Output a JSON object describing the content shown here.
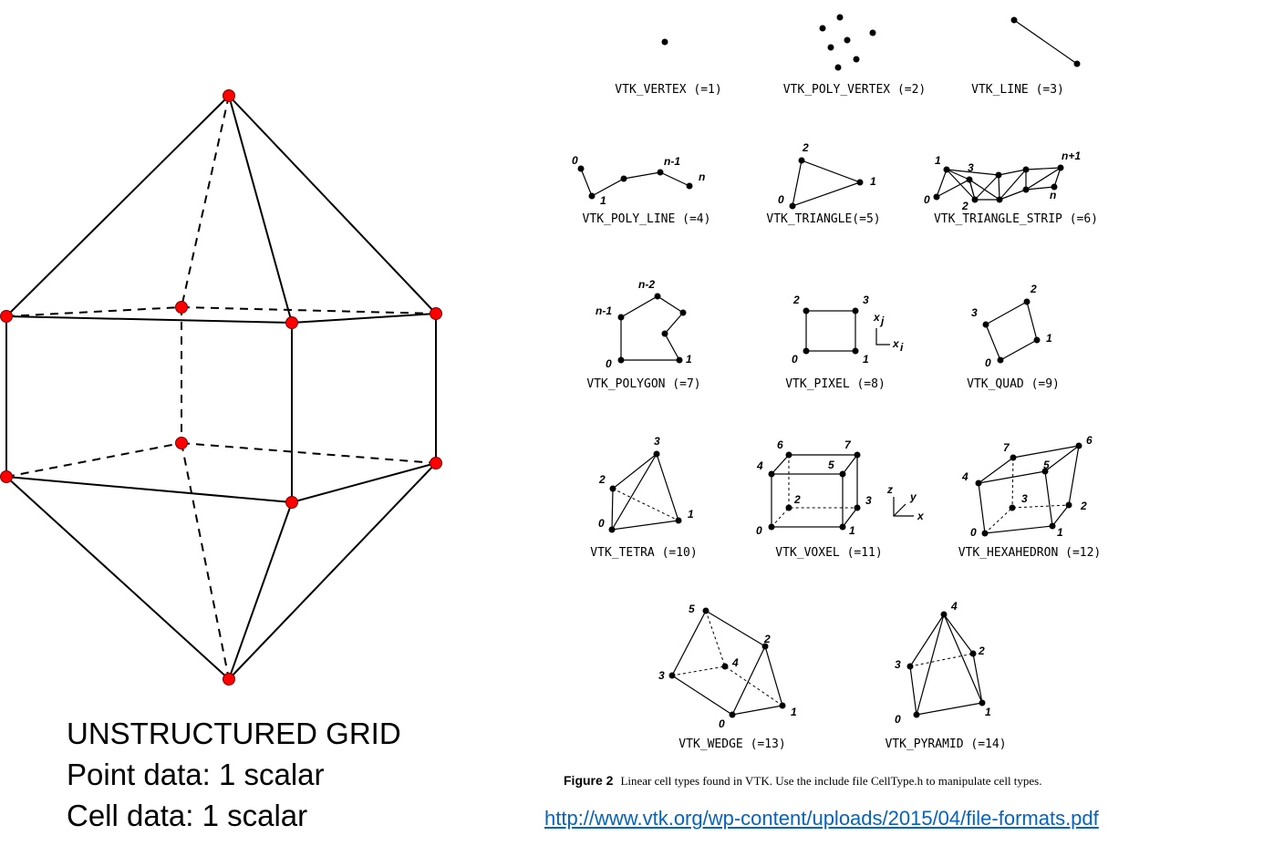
{
  "grid_caption": {
    "line1": "UNSTRUCTURED GRID",
    "line2": "Point data: 1 scalar",
    "line3": "Cell data: 1 scalar"
  },
  "colors": {
    "grid_point": "#ff0000",
    "link": "#0563c1"
  },
  "cells": {
    "vertex": "VTK_VERTEX (=1)",
    "poly_vertex": "VTK_POLY_VERTEX (=2)",
    "line": "VTK_LINE (=3)",
    "poly_line": "VTK_POLY_LINE (=4)",
    "triangle": "VTK_TRIANGLE(=5)",
    "triangle_strip": "VTK_TRIANGLE_STRIP (=6)",
    "polygon": "VTK_POLYGON (=7)",
    "pixel": "VTK_PIXEL (=8)",
    "quad": "VTK_QUAD (=9)",
    "tetra": "VTK_TETRA (=10)",
    "voxel": "VTK_VOXEL (=11)",
    "hexahedron": "VTK_HEXAHEDRON (=12)",
    "wedge": "VTK_WEDGE (=13)",
    "pyramid": "VTK_PYRAMID (=14)"
  },
  "point_labels": {
    "0": "0",
    "1": "1",
    "2": "2",
    "3": "3",
    "4": "4",
    "5": "5",
    "6": "6",
    "7": "7",
    "n": "n",
    "n_minus_1": "n-1",
    "n_minus_2": "n-2",
    "n_plus_1": "n+1"
  },
  "axes": {
    "xi": "x",
    "xi_sub": "i",
    "xj": "x",
    "xj_sub": "j",
    "x": "x",
    "y": "y",
    "z": "z"
  },
  "figure_caption": {
    "label": "Figure 2",
    "text": "Linear cell types found in VTK. Use the include file CellType.h to manipulate cell types."
  },
  "source_url": "http://www.vtk.org/wp-content/uploads/2015/04/file-formats.pdf"
}
